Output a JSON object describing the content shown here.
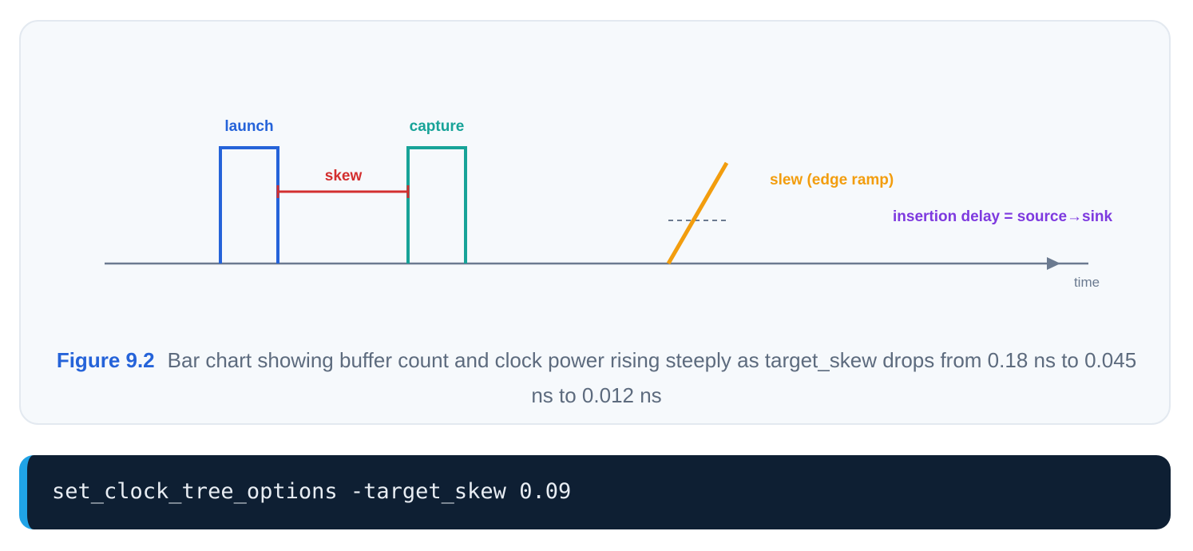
{
  "diagram": {
    "labels": {
      "launch": "launch",
      "capture": "capture",
      "skew": "skew",
      "slew": "slew (edge ramp)",
      "insertion": "insertion delay = source→sink",
      "time": "time"
    },
    "colors": {
      "launch": "#2563d9",
      "capture": "#17a398",
      "skew": "#d32f2f",
      "slew": "#f29d0e",
      "insertion": "#7e3adf",
      "axis": "#6b7a90"
    }
  },
  "caption": {
    "number": "Figure 9.2",
    "text": "Bar chart showing buffer count and clock power rising steeply as target_skew drops from 0.18 ns to 0.045 ns to 0.012 ns"
  },
  "code": {
    "line": "set_clock_tree_options -target_skew 0.09"
  }
}
